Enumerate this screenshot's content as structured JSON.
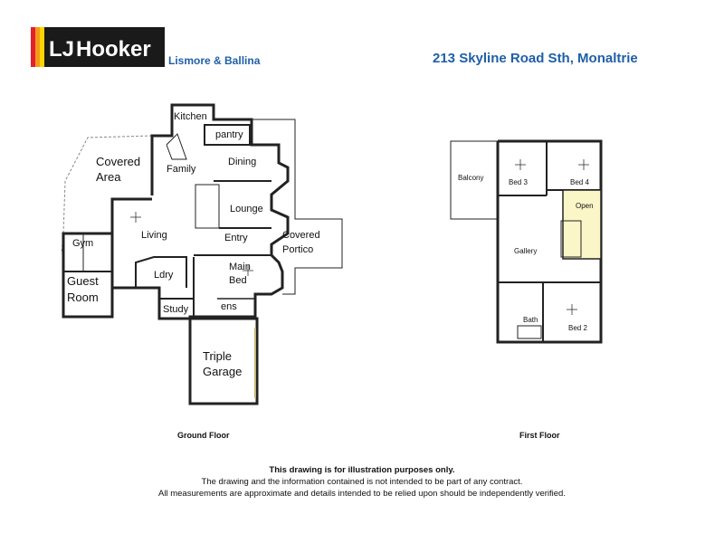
{
  "header": {
    "logo_letters": "LJ",
    "logo_word": "Hooker",
    "office": "Lismore & Ballina",
    "address": "213 Skyline Road Sth, Monaltrie"
  },
  "colors": {
    "brand_red": "#e3212b",
    "brand_orange": "#f39a1d",
    "brand_yellow": "#ffd400",
    "brand_black": "#1a1a1a",
    "accent_blue": "#1f5fa8",
    "open_void": "#fbf6c8"
  },
  "ground_floor": {
    "caption": "Ground Floor",
    "rooms": {
      "kitchen": "Kitchen",
      "pantry": "pantry",
      "covered_area_1": "Covered",
      "covered_area_2": "Area",
      "family": "Family",
      "dining": "Dining",
      "lounge": "Lounge",
      "gym": "Gym",
      "living": "Living",
      "entry": "Entry",
      "covered_portico_1": "Covered",
      "covered_portico_2": "Portico",
      "main_bed_1": "Main",
      "main_bed_2": "Bed",
      "guest_room_1": "Guest",
      "guest_room_2": "Room",
      "laundry": "Ldry",
      "study": "Study",
      "ensuite": "ens",
      "garage_1": "Triple",
      "garage_2": "Garage"
    }
  },
  "first_floor": {
    "caption": "First Floor",
    "rooms": {
      "balcony": "Balcony",
      "bed3": "Bed 3",
      "bed4": "Bed 4",
      "open": "Open",
      "gallery": "Gallery",
      "bath": "Bath",
      "bed2": "Bed 2"
    }
  },
  "disclaimer": {
    "line1": "This drawing is for illustration purposes only.",
    "line2": "The drawing and the information contained is not intended to be part of any contract.",
    "line3": "All measurements are approximate and details intended to be relied upon should be independently verified."
  }
}
